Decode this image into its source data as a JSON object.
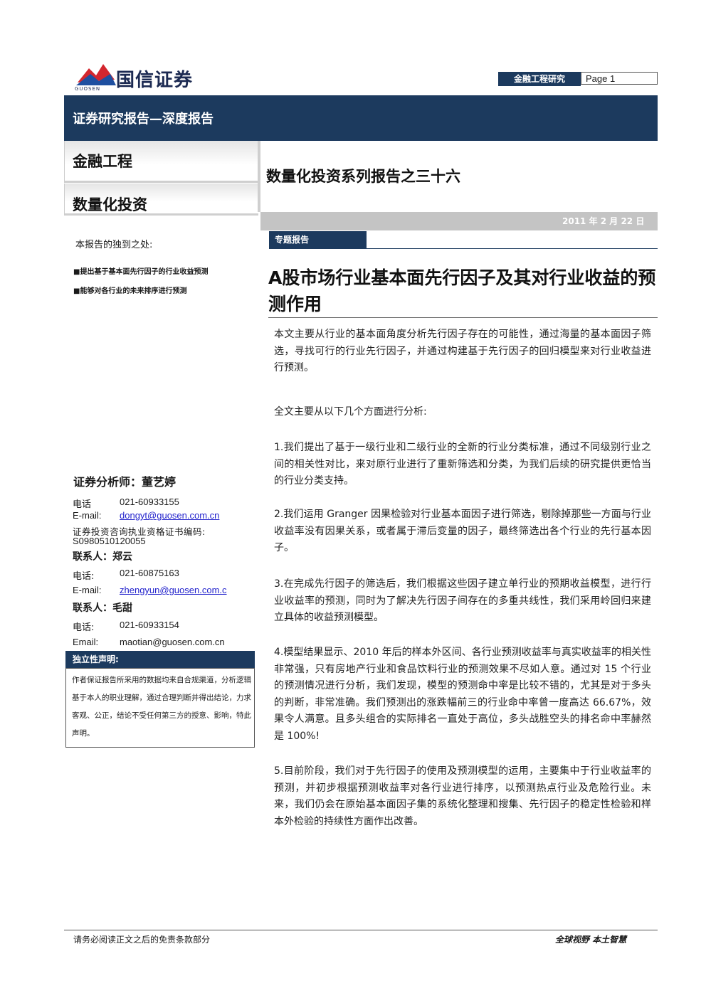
{
  "header": {
    "company_name": "国信证券",
    "company_en": "GUOSEN",
    "section_label": "金融工程研究",
    "page_label": "Page 1"
  },
  "band": {
    "text": "证券研究报告—深度报告"
  },
  "sidebar": {
    "category": "金融工程",
    "subcategory": "数量化投资",
    "features_heading": "本报告的独到之处:",
    "features": [
      "■提出基于基本面先行因子的行业收益预测",
      "■能够对各行业的未来排序进行预测"
    ]
  },
  "series_title": "数量化投资系列报告之三十六",
  "date": "2011 年 2 月 22 日",
  "tag": "专题报告",
  "main_title": "A股市场行业基本面先行因子及其对行业收益的预测作用",
  "paragraphs": [
    "本文主要从行业的基本面角度分析先行因子存在的可能性，通过海量的基本面因子筛选，寻找可行的行业先行因子，并通过构建基于先行因子的回归模型来对行业收益进行预测。",
    "全文主要从以下几个方面进行分析:",
    "1.我们提出了基于一级行业和二级行业的全新的行业分类标准，通过不同级别行业之间的相关性对比，来对原行业进行了重新筛选和分类，为我们后续的研究提供更恰当的行业分类支持。",
    "2.我们运用 Granger 因果检验对行业基本面因子进行筛选，剔除掉那些一方面与行业收益率没有因果关系，或者属于滞后变量的因子，最终筛选出各个行业的先行基本因子。",
    "3.在完成先行因子的筛选后，我们根据这些因子建立单行业的预期收益模型，进行行业收益率的预测，同时为了解决先行因子间存在的多重共线性，我们采用岭回归来建立具体的收益预测模型。",
    "4.模型结果显示、2010 年后的样本外区间、各行业预测收益率与真实收益率的相关性非常强，只有房地产行业和食品饮料行业的预测效果不尽如人意。通过对 15 个行业的预测情况进行分析，我们发现，模型的预测命中率是比较不错的，尤其是对于多头的判断，非常准确。我们预测出的涨跌幅前三的行业命中率曾一度高达 66.67%，效果令人满意。且多头组合的实际排名一直处于高位，多头战胜空头的排名命中率赫然是 100%!",
    "5.目前阶段，我们对于先行因子的使用及预测模型的运用，主要集中于行业收益率的预测，并初步根据预测收益率对各行业进行排序，以预测热点行业及危险行业。未来，我们仍会在原始基本面因子集的系统化整理和搜集、先行因子的稳定性检验和样本外检验的持续性方面作出改善。"
  ],
  "analyst": {
    "heading": "证券分析师：董艺婷",
    "phone_label": "电话",
    "phone": "021-60933155",
    "email_label": "E-mail:",
    "email": "dongyt@guosen.com.cn",
    "cert_label": "证券投资咨询执业资格证书编码:",
    "cert": "S0980510120055"
  },
  "contact1": {
    "heading": "联系人：郑云",
    "phone_label": "电话:",
    "phone": "021-60875163",
    "email_label": "E-mail:",
    "email": "zhengyun@guosen.com.c"
  },
  "contact2": {
    "heading": "联系人：毛甜",
    "phone_label": "电话:",
    "phone": "021-60933154",
    "email_label": "Email:",
    "email": "maotian@guosen.com.cn"
  },
  "independence": {
    "heading": "独立性声明:",
    "text": "作者保证报告所采用的数据均来自合规渠道，分析逻辑基于本人的职业理解，通过合理判断并得出结论，力求客观、公正，结论不受任何第三方的授意、影响，特此声明。"
  },
  "footer": {
    "left": "请务必阅读正文之后的免责条款部分",
    "right": "全球视野  本土智慧"
  },
  "colors": {
    "brand_navy": "#1c3a5e",
    "logo_red": "#d3262e",
    "logo_blue": "#1e4fa0"
  }
}
